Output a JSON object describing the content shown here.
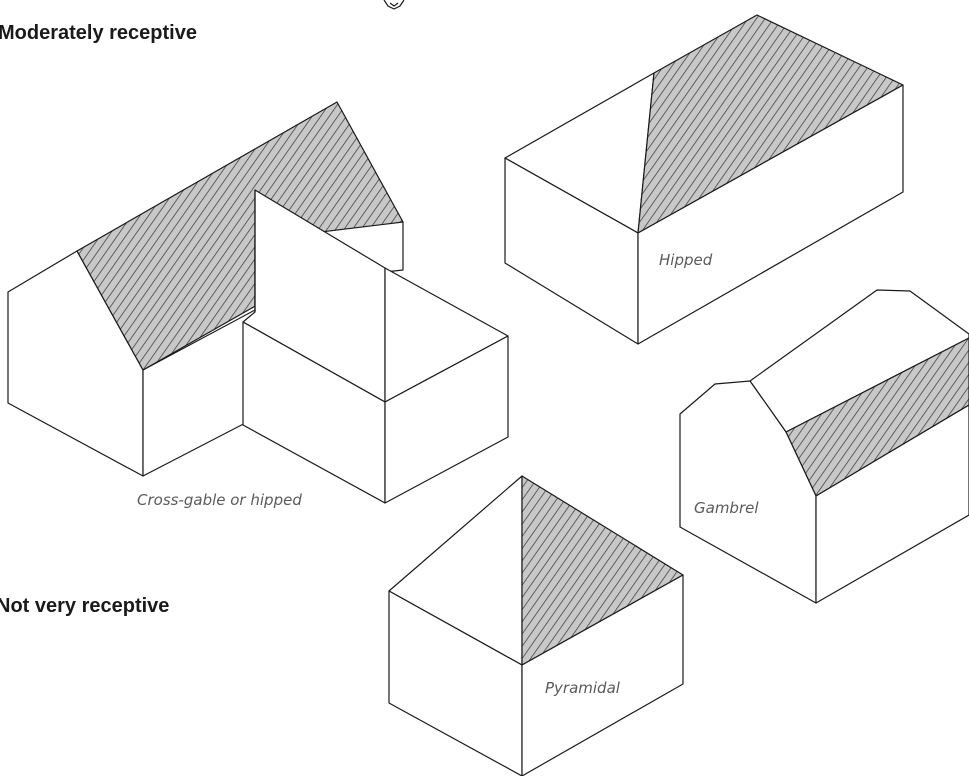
{
  "headings": {
    "moderately_receptive": "Moderately receptive",
    "not_very_receptive": "Not very receptive"
  },
  "labels": {
    "cross_gable": "Cross-gable or hipped",
    "hipped": "Hipped",
    "gambrel": "Gambrel",
    "pyramidal": "Pyramidal"
  },
  "colors": {
    "line": "#1a1a1a",
    "hatch_stroke": "#333333",
    "hatch_bg": "#c8c8c8",
    "label_text": "#5a5a5a"
  }
}
